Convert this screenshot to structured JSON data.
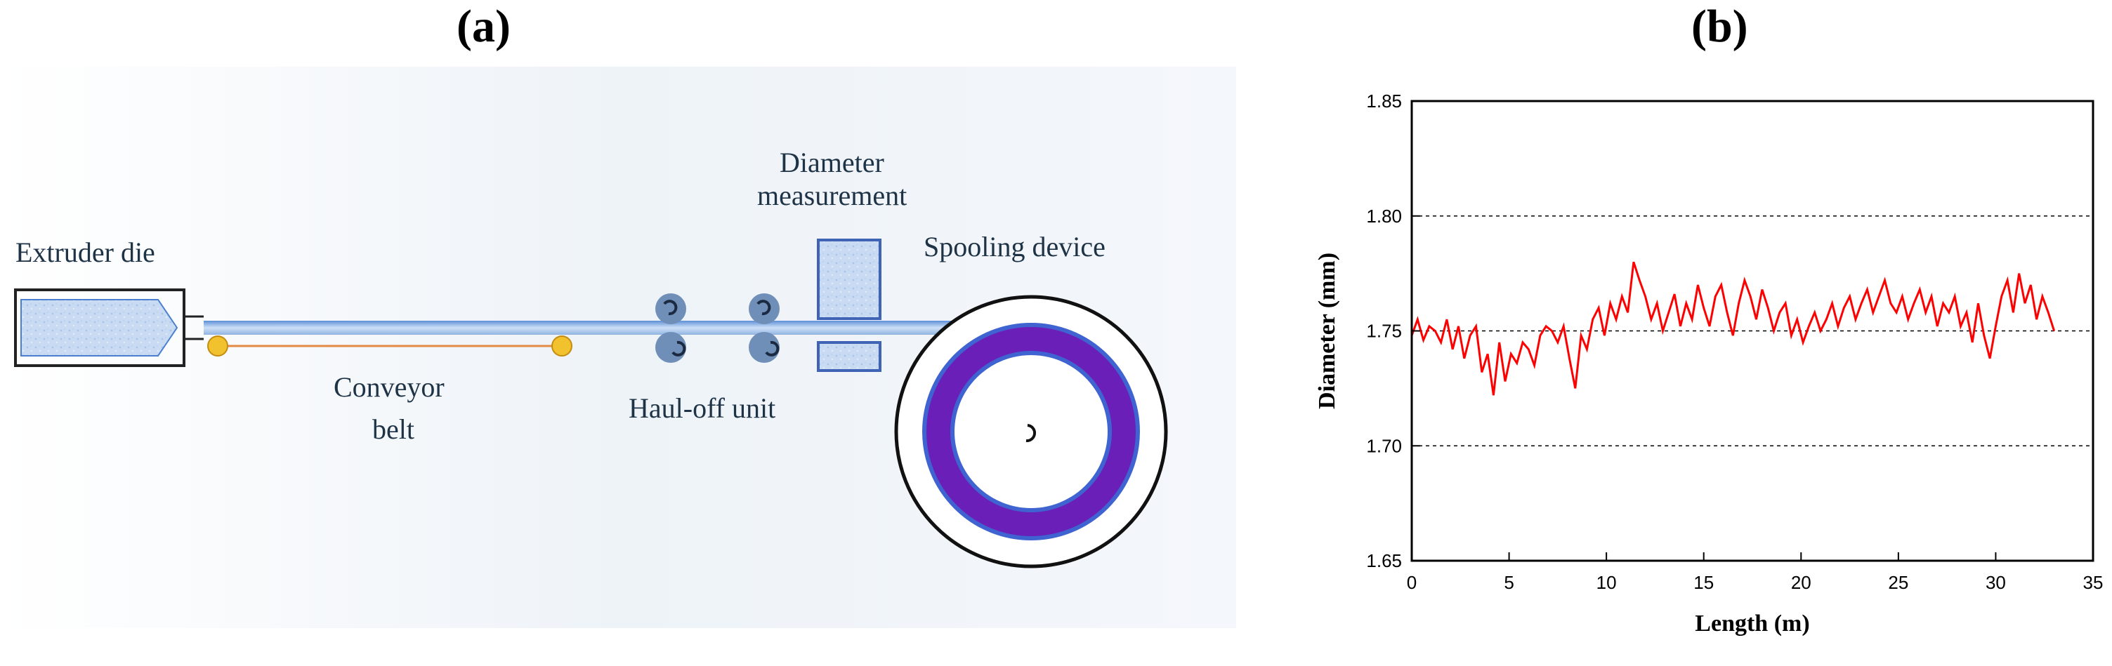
{
  "panel_a": {
    "label": "(a)",
    "components": {
      "extruder": "Extruder die",
      "conveyor_line1": "Conveyor",
      "conveyor_line2": "belt",
      "haul_off": "Haul-off unit",
      "diameter_line1": "Diameter",
      "diameter_line2": "measurement",
      "spooling": "Spooling device"
    },
    "colors": {
      "background": "#eef3f8",
      "filament": "#8fb4e0",
      "belt": "#f0a060",
      "roller": "#f2c12e",
      "spool": "#6a1fb8",
      "haul_roller": "#6f8fb8",
      "box_fill": "#c5d8f0",
      "box_border": "#3f63b5"
    }
  },
  "panel_b": {
    "label": "(b)"
  },
  "chart_data": {
    "type": "line",
    "xlabel": "Length (m)",
    "ylabel": "Diameter (mm)",
    "xlim": [
      0,
      35
    ],
    "ylim": [
      1.65,
      1.85
    ],
    "xticks": [
      "0",
      "5",
      "10",
      "15",
      "20",
      "25",
      "30",
      "35"
    ],
    "yticks": [
      "1.65",
      "1.70",
      "1.75",
      "1.80",
      "1.85"
    ],
    "grid": "dashed horizontal at 1.70, 1.75, 1.80",
    "series": [
      {
        "color": "#ff0000",
        "x": [
          0,
          0.3,
          0.6,
          0.9,
          1.2,
          1.5,
          1.8,
          2.1,
          2.4,
          2.7,
          3.0,
          3.3,
          3.6,
          3.9,
          4.2,
          4.5,
          4.8,
          5.1,
          5.4,
          5.7,
          6.0,
          6.3,
          6.6,
          6.9,
          7.2,
          7.5,
          7.8,
          8.1,
          8.4,
          8.7,
          9.0,
          9.3,
          9.6,
          9.9,
          10.2,
          10.5,
          10.8,
          11.1,
          11.4,
          11.7,
          12.0,
          12.3,
          12.6,
          12.9,
          13.2,
          13.5,
          13.8,
          14.1,
          14.4,
          14.7,
          15.0,
          15.3,
          15.6,
          15.9,
          16.2,
          16.5,
          16.8,
          17.1,
          17.4,
          17.7,
          18.0,
          18.3,
          18.6,
          18.9,
          19.2,
          19.5,
          19.8,
          20.1,
          20.4,
          20.7,
          21.0,
          21.3,
          21.6,
          21.9,
          22.2,
          22.5,
          22.8,
          23.1,
          23.4,
          23.7,
          24.0,
          24.3,
          24.6,
          24.9,
          25.2,
          25.5,
          25.8,
          26.1,
          26.4,
          26.7,
          27.0,
          27.3,
          27.6,
          27.9,
          28.2,
          28.5,
          28.8,
          29.1,
          29.4,
          29.7,
          30.0,
          30.3,
          30.6,
          30.9,
          31.2,
          31.5,
          31.8,
          32.1,
          32.4,
          32.7,
          33.0
        ],
        "y": [
          1.748,
          1.755,
          1.746,
          1.752,
          1.75,
          1.745,
          1.755,
          1.742,
          1.752,
          1.738,
          1.748,
          1.752,
          1.732,
          1.74,
          1.722,
          1.745,
          1.728,
          1.74,
          1.736,
          1.745,
          1.742,
          1.735,
          1.748,
          1.752,
          1.75,
          1.745,
          1.752,
          1.738,
          1.725,
          1.748,
          1.742,
          1.755,
          1.76,
          1.748,
          1.762,
          1.755,
          1.765,
          1.758,
          1.78,
          1.772,
          1.765,
          1.755,
          1.762,
          1.75,
          1.758,
          1.766,
          1.752,
          1.762,
          1.755,
          1.77,
          1.76,
          1.752,
          1.765,
          1.77,
          1.758,
          1.748,
          1.762,
          1.772,
          1.765,
          1.755,
          1.768,
          1.76,
          1.75,
          1.758,
          1.762,
          1.748,
          1.755,
          1.745,
          1.752,
          1.758,
          1.75,
          1.755,
          1.762,
          1.752,
          1.76,
          1.765,
          1.755,
          1.762,
          1.768,
          1.758,
          1.765,
          1.772,
          1.762,
          1.758,
          1.765,
          1.755,
          1.762,
          1.768,
          1.758,
          1.765,
          1.752,
          1.762,
          1.758,
          1.765,
          1.752,
          1.758,
          1.745,
          1.762,
          1.748,
          1.738,
          1.752,
          1.765,
          1.772,
          1.758,
          1.775,
          1.762,
          1.77,
          1.755,
          1.765,
          1.758,
          1.75
        ]
      }
    ]
  }
}
